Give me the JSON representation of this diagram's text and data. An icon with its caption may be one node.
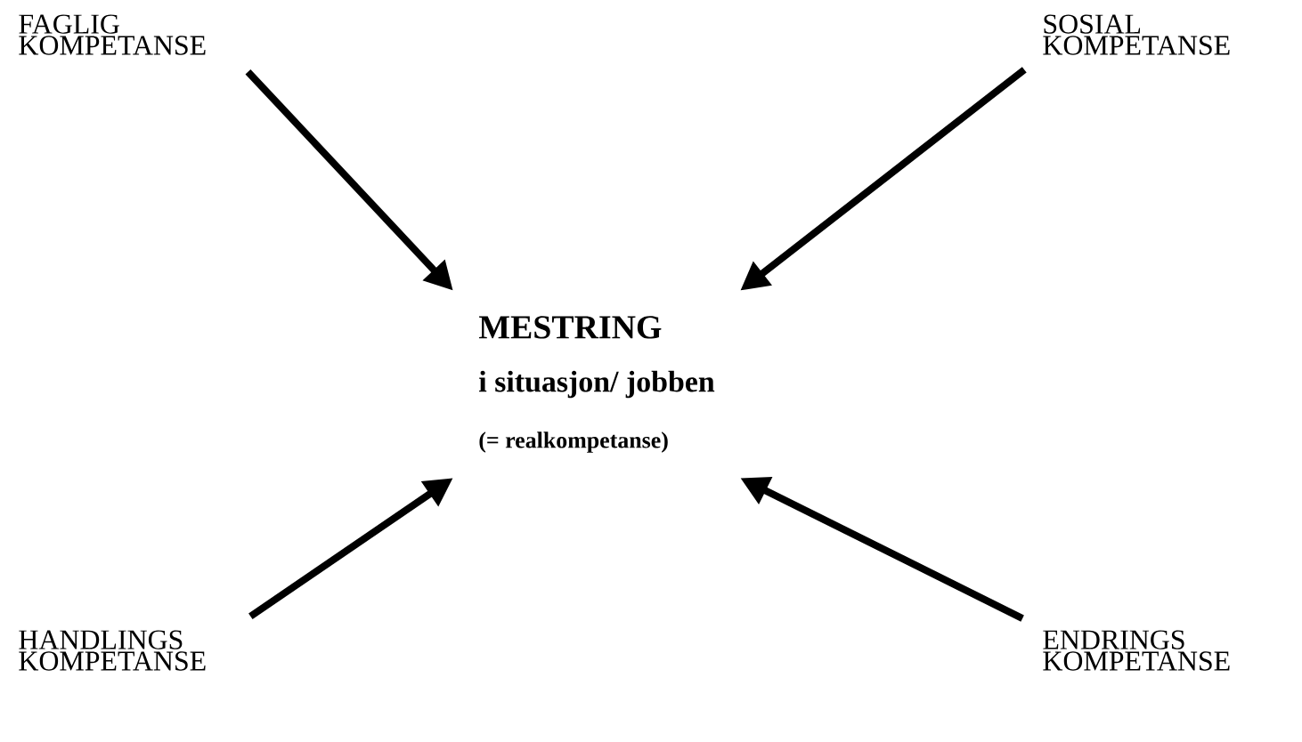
{
  "diagram": {
    "nodes": [
      {
        "text": [
          "FAGLIG KOMPETANSE"
        ]
      },
      {
        "text": [
          "SOSIAL KOMPETANSE"
        ]
      },
      {
        "text": [
          "MESTRING",
          "i situasjon/ jobben",
          "(= realkompetanse)"
        ]
      },
      {
        "text": [
          "HANDLINGS KOMPETANSE"
        ]
      },
      {
        "text": [
          "ENDRINGS KOMPETANSE"
        ]
      }
    ],
    "edges": [
      {
        "from": 0,
        "to": 2,
        "arrow": "to"
      },
      {
        "from": 1,
        "to": 2,
        "arrow": "to"
      },
      {
        "from": 3,
        "to": 2,
        "arrow": "to"
      },
      {
        "from": 4,
        "to": 2,
        "arrow": "to"
      }
    ]
  }
}
